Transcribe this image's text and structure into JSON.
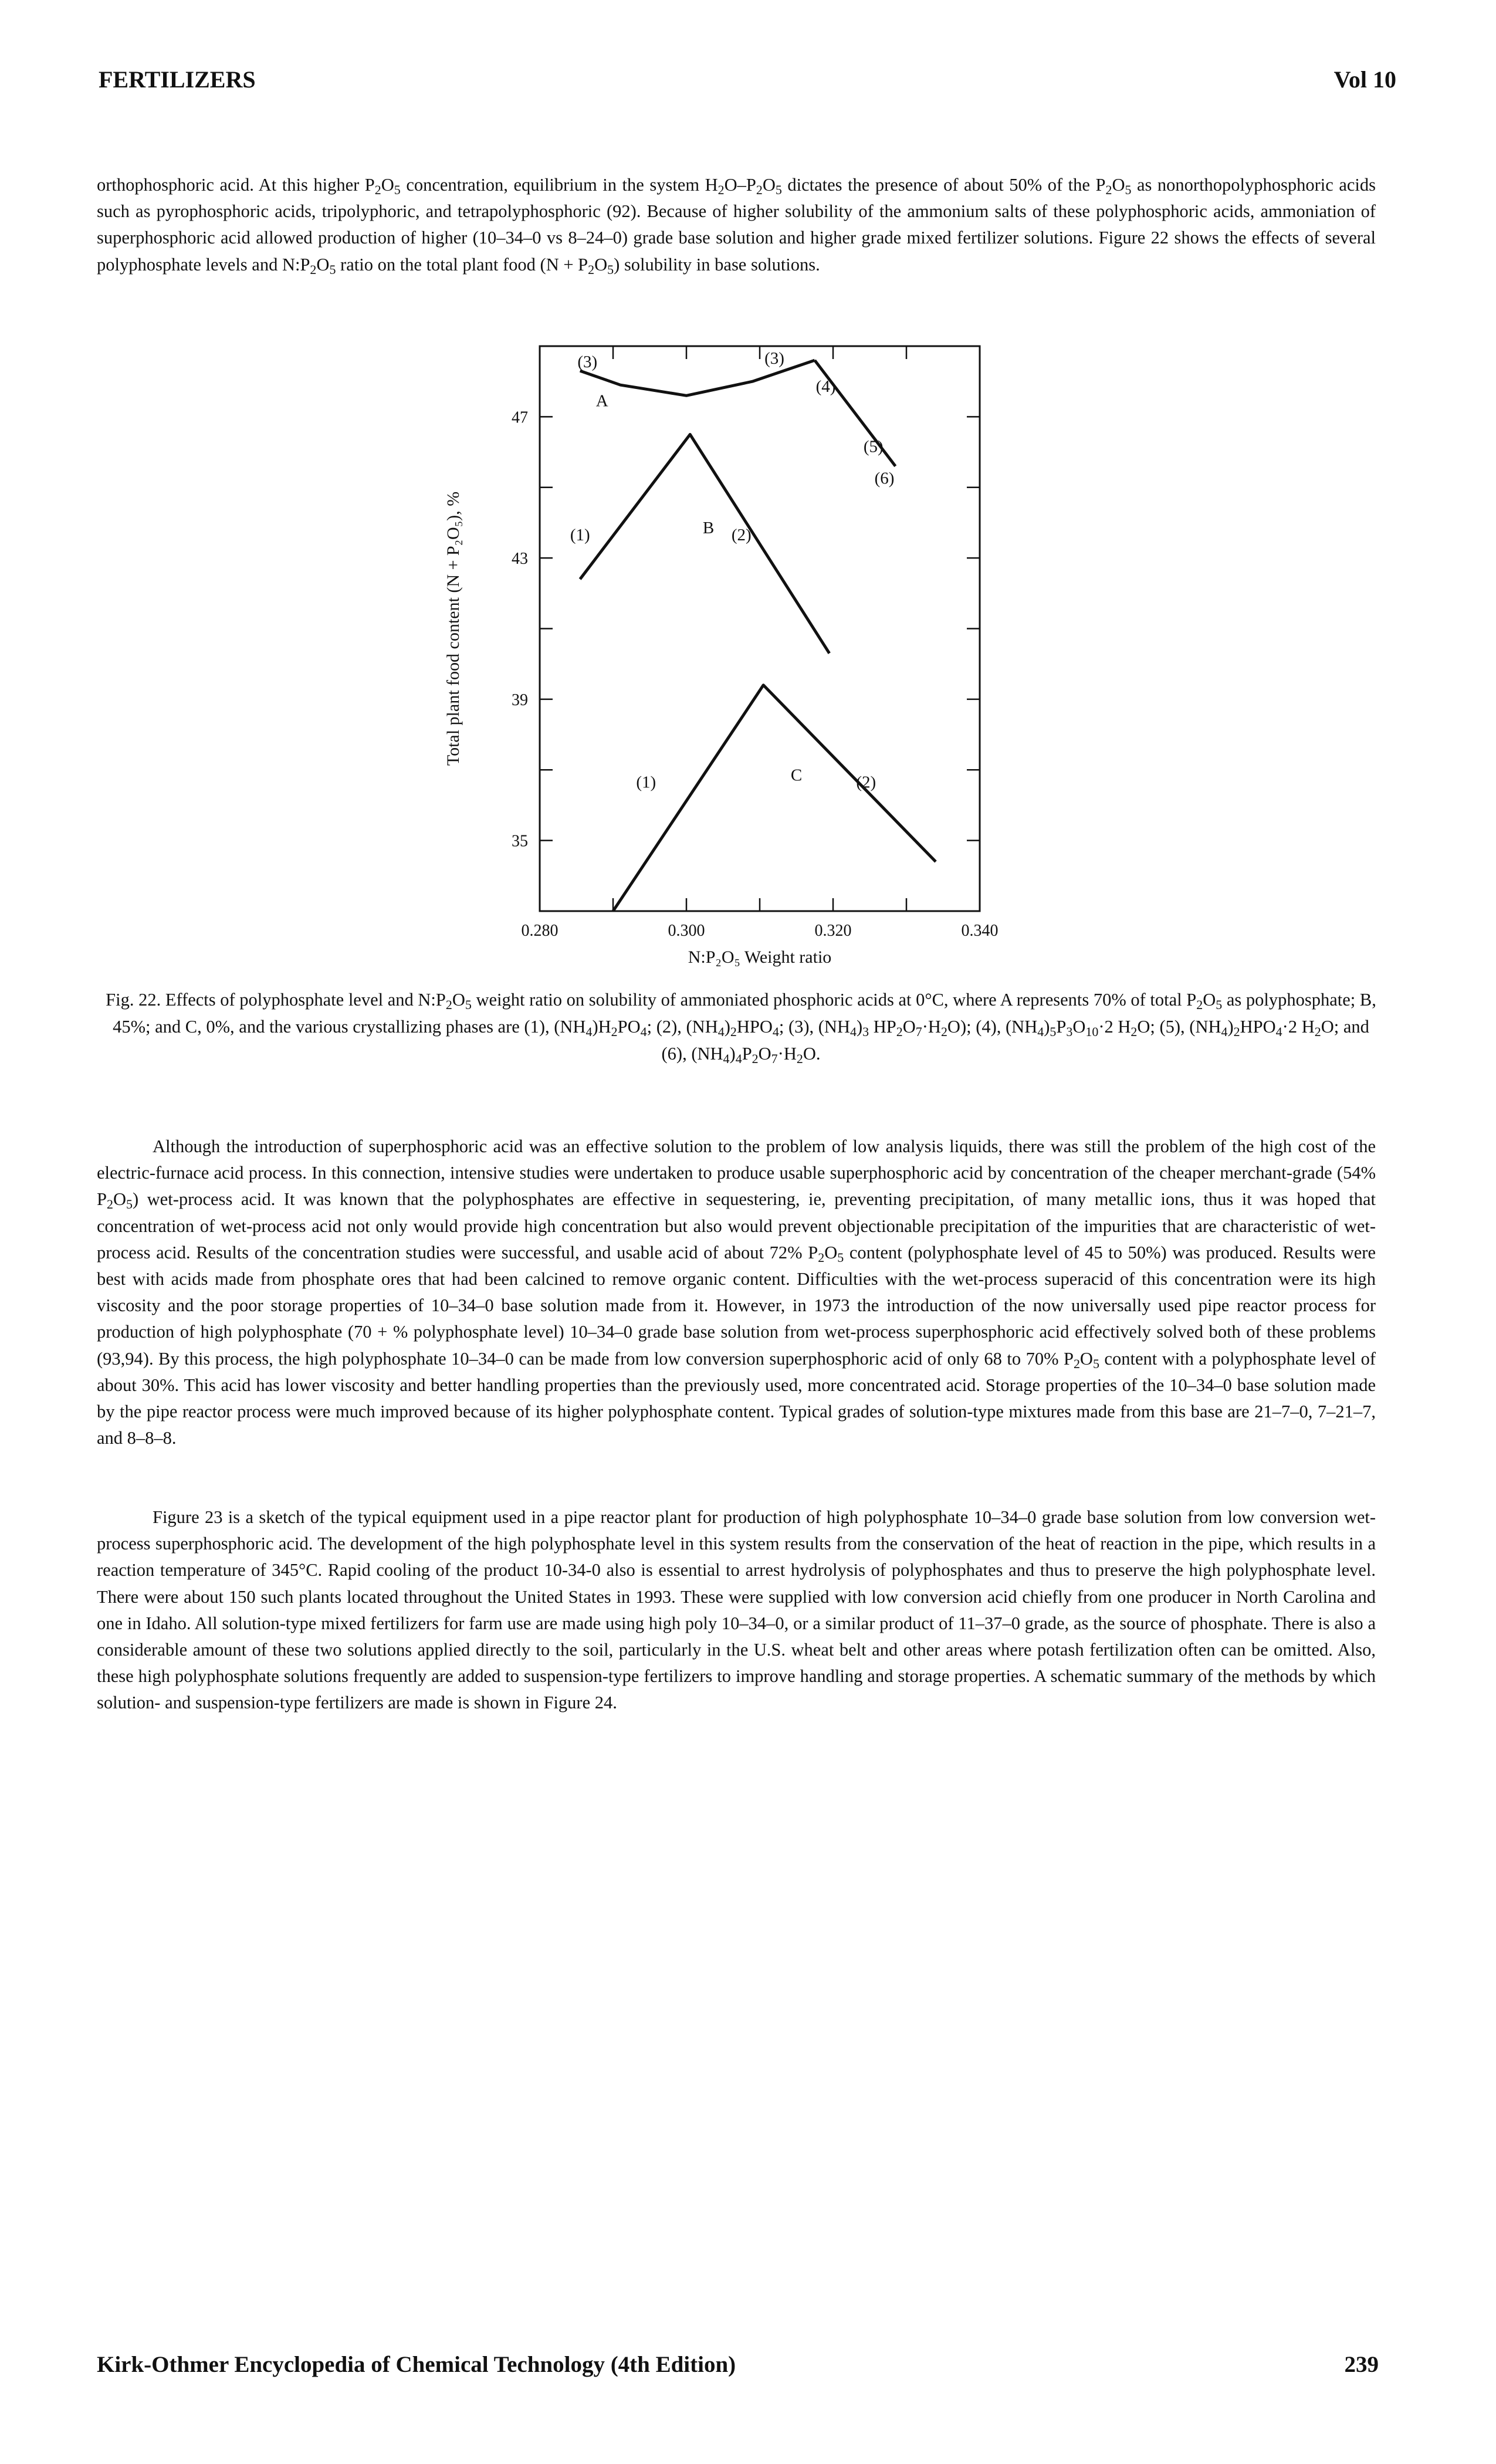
{
  "header": {
    "left": "FERTILIZERS",
    "right": "Vol 10"
  },
  "footer": {
    "left": "Kirk-Othmer Encyclopedia of Chemical Technology (4th Edition)",
    "right": "239"
  },
  "paragraphs": {
    "p1": "orthophosphoric acid. At this higher P<sub>2</sub>O<sub>5</sub> concentration, equilibrium in the system H<sub>2</sub>O–P<sub>2</sub>O<sub>5</sub> dictates the presence of about 50% of the P<sub>2</sub>O<sub>5</sub> as nonorthopolyphosphoric acids such as pyrophosphoric acids, tripolyphoric, and tetrapolyphosphoric (92). Because of higher solubility of the ammonium salts of these polyphosphoric acids, ammoniation of superphosphoric acid allowed production of higher (10–34–0 vs 8–24–0) grade base solution and higher grade mixed fertilizer solutions. Figure 22 shows the effects of several polyphosphate levels and N:P<sub>2</sub>O<sub>5</sub> ratio on the total plant food (N + P<sub>2</sub>O<sub>5</sub>) solubility in base solutions.",
    "caption": "Fig. 22. Effects of polyphosphate level and N:P<sub>2</sub>O<sub>5</sub> weight ratio on solubility of ammoniated phosphoric acids at 0°C, where A represents 70% of total P<sub>2</sub>O<sub>5</sub> as polyphosphate; B, 45%; and C, 0%, and the various crystallizing phases are (1), (NH<sub>4</sub>)H<sub>2</sub>PO<sub>4</sub>; (2), (NH<sub>4</sub>)<sub>2</sub>HPO<sub>4</sub>; (3), (NH<sub>4</sub>)<sub>3</sub> HP<sub>2</sub>O<sub>7</sub>·H<sub>2</sub>O); (4), (NH<sub>4</sub>)<sub>5</sub>P<sub>3</sub>O<sub>10</sub>·2 H<sub>2</sub>O; (5), (NH<sub>4</sub>)<sub>2</sub>HPO<sub>4</sub>·2 H<sub>2</sub>O; and (6), (NH<sub>4</sub>)<sub>4</sub>P<sub>2</sub>O<sub>7</sub>·H<sub>2</sub>O.",
    "p2": "Although the introduction of superphosphoric acid was an effective solution to the problem of low analysis liquids, there was still the problem of the high cost of the electric-furnace acid process. In this connection, intensive studies were undertaken to produce usable superphosphoric acid by concentration of the cheaper merchant-grade (54% P<sub>2</sub>O<sub>5</sub>) wet-process acid. It was known that the polyphosphates are effective in sequestering, ie, preventing precipitation, of many metallic ions, thus it was hoped that concentration of wet-process acid not only would provide high concentration but also would prevent objectionable precipitation of the impurities that are characteristic of wet-process acid. Results of the concentration studies were successful, and usable acid of about 72% P<sub>2</sub>O<sub>5</sub> content (polyphosphate level of 45 to 50%) was produced. Results were best with acids made from phosphate ores that had been calcined to remove organic content. Difficulties with the wet-process superacid of this concentration were its high viscosity and the poor storage properties of 10–34–0 base solution made from it. However, in 1973 the introduction of the now universally used pipe reactor process for production of high polyphosphate (70 + % polyphosphate level) 10–34–0 grade base solution from wet-process superphosphoric acid effectively solved both of these problems (93,94). By this process, the high polyphosphate 10–34–0 can be made from low conversion superphosphoric acid of only 68 to 70% P<sub>2</sub>O<sub>5</sub> content with a polyphosphate level of about 30%. This acid has lower viscosity and better handling properties than the previously used, more concentrated acid. Storage properties of the 10–34–0 base solution made by the pipe reactor process were much improved because of its higher polyphosphate content. Typical grades of solution-type mixtures made from this base are 21–7–0, 7–21–7, and 8–8–8.",
    "p3": "Figure 23 is a sketch of the typical equipment used in a pipe reactor plant for production of high polyphosphate 10–34–0 grade base solution from low conversion wet-process superphosphoric acid. The development of the high polyphosphate level in this system results from the conservation of the heat of reaction in the pipe, which results in a reaction temperature of 345°C. Rapid cooling of the product 10-34-0 also is essential to arrest hydrolysis of polyphosphates and thus to preserve the high polyphosphate level. There were about 150 such plants located throughout the United States in 1993. These were supplied with low conversion acid chiefly from one producer in North Carolina and one in Idaho. All solution-type mixed fertilizers for farm use are made using high poly 10–34–0, or a similar product of 11–37–0 grade, as the source of phosphate. There is also a considerable amount of these two solutions applied directly to the soil, particularly in the U.S. wheat belt and other areas where potash fertilization often can be omitted. Also, these high polyphosphate solutions frequently are added to suspension-type fertilizers to improve handling and storage properties. A schematic summary of the methods by which solution- and suspension-type fertilizers are made is shown in Figure 24."
  },
  "chart_data": {
    "type": "line",
    "xlabel": "N:P₂O₅ Weight ratio",
    "ylabel": "Total plant food content (N + P₂O₅), %",
    "xlim": [
      0.28,
      0.34
    ],
    "ylim": [
      33,
      49
    ],
    "x_ticks": [
      0.28,
      0.3,
      0.32,
      0.34
    ],
    "x_tick_labels": [
      "0.280",
      "0.300",
      "0.320",
      "0.340"
    ],
    "y_ticks": [
      35,
      39,
      43,
      47
    ],
    "series": [
      {
        "name": "A",
        "points": [
          [
            0.2855,
            48.3
          ],
          [
            0.291,
            47.9
          ],
          [
            0.3,
            47.6
          ],
          [
            0.309,
            48.0
          ],
          [
            0.3175,
            48.6
          ]
        ]
      },
      {
        "name": "A",
        "points": [
          [
            0.3175,
            48.6
          ],
          [
            0.3285,
            45.6
          ]
        ]
      },
      {
        "name": "B",
        "points": [
          [
            0.2855,
            42.4
          ],
          [
            0.3005,
            46.5
          ],
          [
            0.3195,
            40.3
          ]
        ]
      },
      {
        "name": "C",
        "points": [
          [
            0.29,
            33.0
          ],
          [
            0.3105,
            39.4
          ],
          [
            0.334,
            34.4
          ]
        ]
      }
    ],
    "annotations": [
      {
        "text": "(3)",
        "x": 0.2865,
        "y": 48.4
      },
      {
        "text": "A",
        "x": 0.2885,
        "y": 47.3
      },
      {
        "text": "(3)",
        "x": 0.312,
        "y": 48.5
      },
      {
        "text": "(4)",
        "x": 0.319,
        "y": 47.7
      },
      {
        "text": "(5)",
        "x": 0.3255,
        "y": 46.0
      },
      {
        "text": "(6)",
        "x": 0.327,
        "y": 45.1
      },
      {
        "text": "(1)",
        "x": 0.2855,
        "y": 43.5
      },
      {
        "text": "B",
        "x": 0.303,
        "y": 43.7
      },
      {
        "text": "(2)",
        "x": 0.3075,
        "y": 43.5
      },
      {
        "text": "(1)",
        "x": 0.2945,
        "y": 36.5
      },
      {
        "text": "C",
        "x": 0.315,
        "y": 36.7
      },
      {
        "text": "(2)",
        "x": 0.3245,
        "y": 36.5
      }
    ]
  }
}
